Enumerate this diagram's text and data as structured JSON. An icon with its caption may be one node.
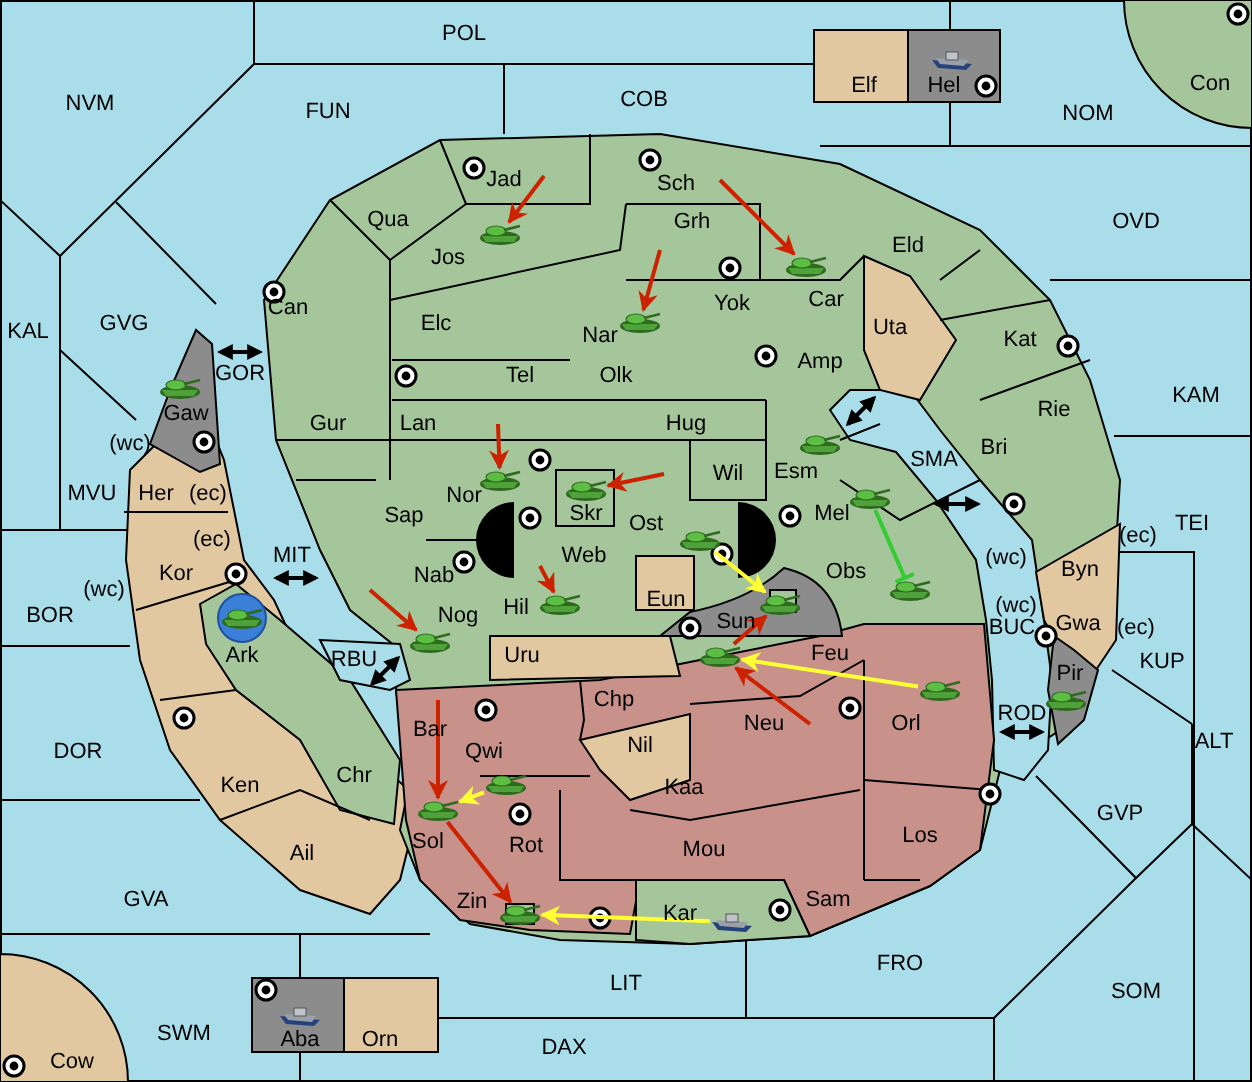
{
  "diagram": {
    "nodes": [
      {
        "text": [],
        "shape": "ship"
      },
      {
        "text": [],
        "shape": "tank"
      },
      {
        "text": [],
        "shape": "tank"
      },
      {
        "text": [],
        "shape": "tank"
      },
      {
        "text": [],
        "shape": "tank"
      },
      {
        "text": [],
        "shape": "tank"
      },
      {
        "text": [],
        "shape": "tank"
      },
      {
        "text": [],
        "shape": "tank"
      },
      {
        "text": [],
        "shape": "tank"
      },
      {
        "text": [],
        "shape": "tank"
      },
      {
        "text": [],
        "shape": "tank"
      },
      {
        "text": [],
        "shape": "tank"
      },
      {
        "text": [],
        "shape": "tank"
      },
      {
        "text": [],
        "shape": "tank"
      },
      {
        "text": [],
        "shape": "tank"
      },
      {
        "text": [],
        "shape": "tank"
      },
      {
        "text": [],
        "shape": "tank"
      },
      {
        "text": [],
        "shape": "tank"
      },
      {
        "text": [],
        "shape": "tank"
      },
      {
        "text": [],
        "shape": "tank"
      },
      {
        "text": [],
        "shape": "tank"
      },
      {
        "text": [],
        "shape": "ship"
      },
      {
        "text": [],
        "shape": "ship"
      }
    ],
    "edges": [
      {
        "from": null,
        "to": 1,
        "arrow": "to"
      },
      {
        "from": null,
        "to": 2,
        "arrow": "to"
      },
      {
        "from": null,
        "to": 3,
        "arrow": "to"
      },
      {
        "from": null,
        "to": 6,
        "arrow": "to"
      },
      {
        "from": null,
        "to": 7,
        "arrow": "to"
      },
      {
        "from": null,
        "to": 11,
        "arrow": "to"
      },
      {
        "from": null,
        "to": 14,
        "arrow": "to"
      },
      {
        "from": null,
        "to": 15,
        "arrow": "to"
      },
      {
        "from": 15,
        "to": 12,
        "arrow": "to"
      },
      {
        "from": 16,
        "to": 15,
        "arrow": "to",
        "color": "#ffff33"
      },
      {
        "from": 9,
        "to": 12,
        "arrow": "to",
        "color": "#ffff33"
      },
      {
        "from": 8,
        "to": 10,
        "arrow": "other",
        "color": "#33cc33"
      },
      {
        "from": null,
        "to": 19,
        "arrow": "to"
      },
      {
        "from": 19,
        "to": 20,
        "arrow": "to"
      },
      {
        "from": 18,
        "to": 19,
        "arrow": "to",
        "color": "#ffff33"
      },
      {
        "from": 21,
        "to": 20,
        "arrow": "to",
        "color": "#ffff33"
      }
    ],
    "labels": [
      "POL",
      "Elf",
      "Hel",
      "Con",
      "NVM",
      "FUN",
      "COB",
      "NOM",
      "Jad",
      "Sch",
      "Qua",
      "Grh",
      "OVD",
      "Eld",
      "Jos",
      "Car",
      "Yok",
      "Can",
      "Elc",
      "Uta",
      "KAL",
      "GVG",
      "Nar",
      "Kat",
      "Amp",
      "GOR",
      "Tel",
      "Olk",
      "KAM",
      "Rie",
      "Gaw",
      "Gur",
      "Lan",
      "Hug",
      "(wc)",
      "Bri",
      "SMA",
      "Esm",
      "Wil",
      "MVU",
      "Her",
      "(ec)",
      "Nor",
      "Ost",
      "Skr",
      "Sap",
      "Mel",
      "TEI",
      "(ec)",
      "(ec)",
      "MIT",
      "Web",
      "Byn",
      "(wc)",
      "Obs",
      "Kor",
      "Nab",
      "(wc)",
      "Eun",
      "Sun",
      "Hil",
      "(wc)",
      "BOR",
      "Nog",
      "Gwa",
      "(ec)",
      "BUC",
      "Feu",
      "Ark",
      "Uru",
      "RBU",
      "Pir",
      "KUP",
      "Chp",
      "Neu",
      "ROD",
      "Orl",
      "Bar",
      "ALT",
      "DOR",
      "Qwi",
      "Nil",
      "Chr",
      "Ken",
      "Kaa",
      "GVP",
      "Los",
      "Sol",
      "Rot",
      "Mou",
      "Ail",
      "GVA",
      "Sam",
      "Zin",
      "Kar",
      "FRO",
      "LIT",
      "SOM",
      "SWM",
      "Aba",
      "Orn",
      "DAX",
      "Cow"
    ]
  }
}
